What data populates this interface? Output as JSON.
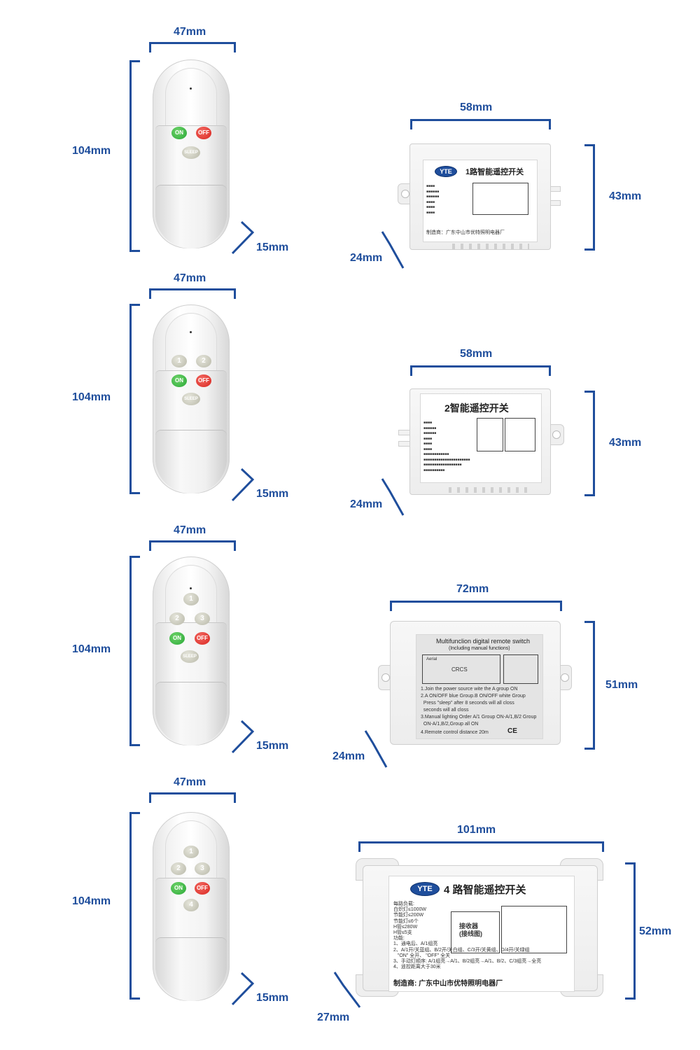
{
  "rows": [
    {
      "remote": {
        "width": "47mm",
        "height": "104mm",
        "depth": "15mm",
        "buttons": {
          "on": "ON",
          "off": "OFF",
          "sleep": "SLEEP"
        }
      },
      "receiver": {
        "width": "58mm",
        "height": "43mm",
        "depth": "24mm",
        "brand": "YTE",
        "title": "1路智能遥控开关",
        "maker": "制造商：广东中山市优特照明电器厂"
      }
    },
    {
      "remote": {
        "width": "47mm",
        "height": "104mm",
        "depth": "15mm",
        "buttons": {
          "b1": "1",
          "b2": "2",
          "on": "ON",
          "off": "OFF",
          "sleep": "SLEEP"
        }
      },
      "receiver": {
        "width": "58mm",
        "height": "43mm",
        "depth": "24mm",
        "title": "2智能遥控开关"
      }
    },
    {
      "remote": {
        "width": "47mm",
        "height": "104mm",
        "depth": "15mm",
        "buttons": {
          "b1": "1",
          "b2": "2",
          "b3": "3",
          "on": "ON",
          "off": "OFF",
          "sleep": "SLEEP"
        }
      },
      "receiver": {
        "width": "72mm",
        "height": "51mm",
        "depth": "24mm",
        "title": "Multifunclion digital remote switch",
        "subtitle": "(Including manual functions)",
        "box_label": "CRCS",
        "aerial": "Aerial",
        "lines": [
          "1.Join the power source wite the A group ON",
          "2.A ON/OFF blue Group.B ON/OFF white Group",
          "  Press \"sleep\" after 8 seconds will all closs",
          "  seconds will all closs",
          "3.Manual lighting Order A/1 Group ON-A/1,B/2 Group",
          "  ON-A/1,B/2,Group all ON",
          "4.Remote control distance 20m"
        ],
        "ce": "CE"
      }
    },
    {
      "remote": {
        "width": "47mm",
        "height": "104mm",
        "depth": "15mm",
        "buttons": {
          "b1": "1",
          "b2": "2",
          "b3": "3",
          "on": "ON",
          "off": "OFF",
          "b4": "4"
        }
      },
      "receiver": {
        "width": "101mm",
        "height": "52mm",
        "depth": "27mm",
        "brand": "YTE",
        "title": "4 路智能遥控开关",
        "box_label": "接收器\n(接线图)",
        "specs": "每路负载:\n白炽灯≤1000W\n节能灯≤200W\n节能灯≤6个\nH管≤280W\nH管≤5支\n功能:\n1、通电后、A/1组亮\n2、A/1开/关蓝组、B/2开/关白组、C/3开/关黄组、D/4开/关绿组\n   \"ON\" 全开、 \"OFF\" 全关\n3、手动灯顺序: A/1组亮→A/1、B/2组亮→A/1、B/2、C/3组亮→全亮\n4、遥控距离大于30米",
        "maker": "制造商: 广东中山市优特照明电器厂"
      }
    }
  ]
}
